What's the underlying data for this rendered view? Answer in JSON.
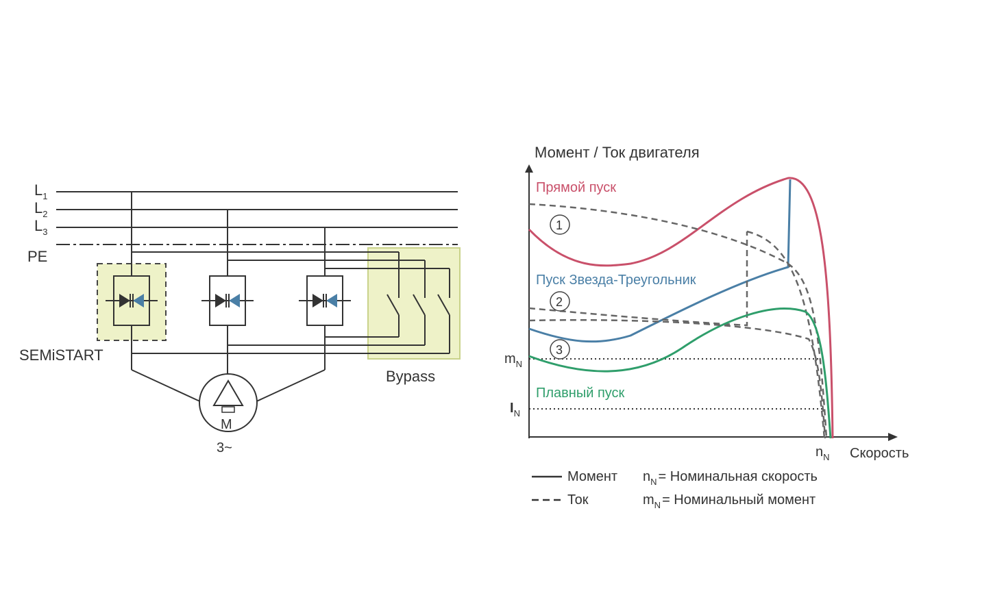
{
  "circuit": {
    "line_labels": {
      "l1": "L",
      "l1_sub": "1",
      "l2": "L",
      "l2_sub": "2",
      "l3": "L",
      "l3_sub": "3",
      "pe": "PE"
    },
    "semistart_label": "SEMiSTART",
    "bypass_label": "Bypass",
    "motor_label": "M",
    "motor_phase_label": "3~",
    "colors": {
      "wire": "#333333",
      "highlight_fill": "#eef2c8",
      "highlight_stroke": "#c9d28a"
    }
  },
  "graph": {
    "y_axis_title": "Момент / Ток двигателя",
    "x_axis_label": "Скорость",
    "x_tick": {
      "main": "n",
      "sub": "N"
    },
    "y_tick_m": {
      "main": "m",
      "sub": "N"
    },
    "y_tick_i": {
      "main": "I",
      "sub": "N"
    },
    "curves": [
      {
        "label": "Прямой пуск",
        "number": "1",
        "color": "#c9506a"
      },
      {
        "label": "Пуск Звезда-Треугольник",
        "number": "2",
        "color": "#4a7fa6"
      },
      {
        "label": "Плавный пуск",
        "number": "3",
        "color": "#2f9e6b"
      }
    ],
    "legend": {
      "solid": "Момент",
      "dashed": "Ток",
      "n_def_main": "n",
      "n_def_sub": "N",
      "n_def_text": "= Номинальная скорость",
      "m_def_main": "m",
      "m_def_sub": "N",
      "m_def_text": "= Номинальный момент"
    },
    "colors": {
      "axis": "#333333",
      "current": "#666666"
    }
  }
}
